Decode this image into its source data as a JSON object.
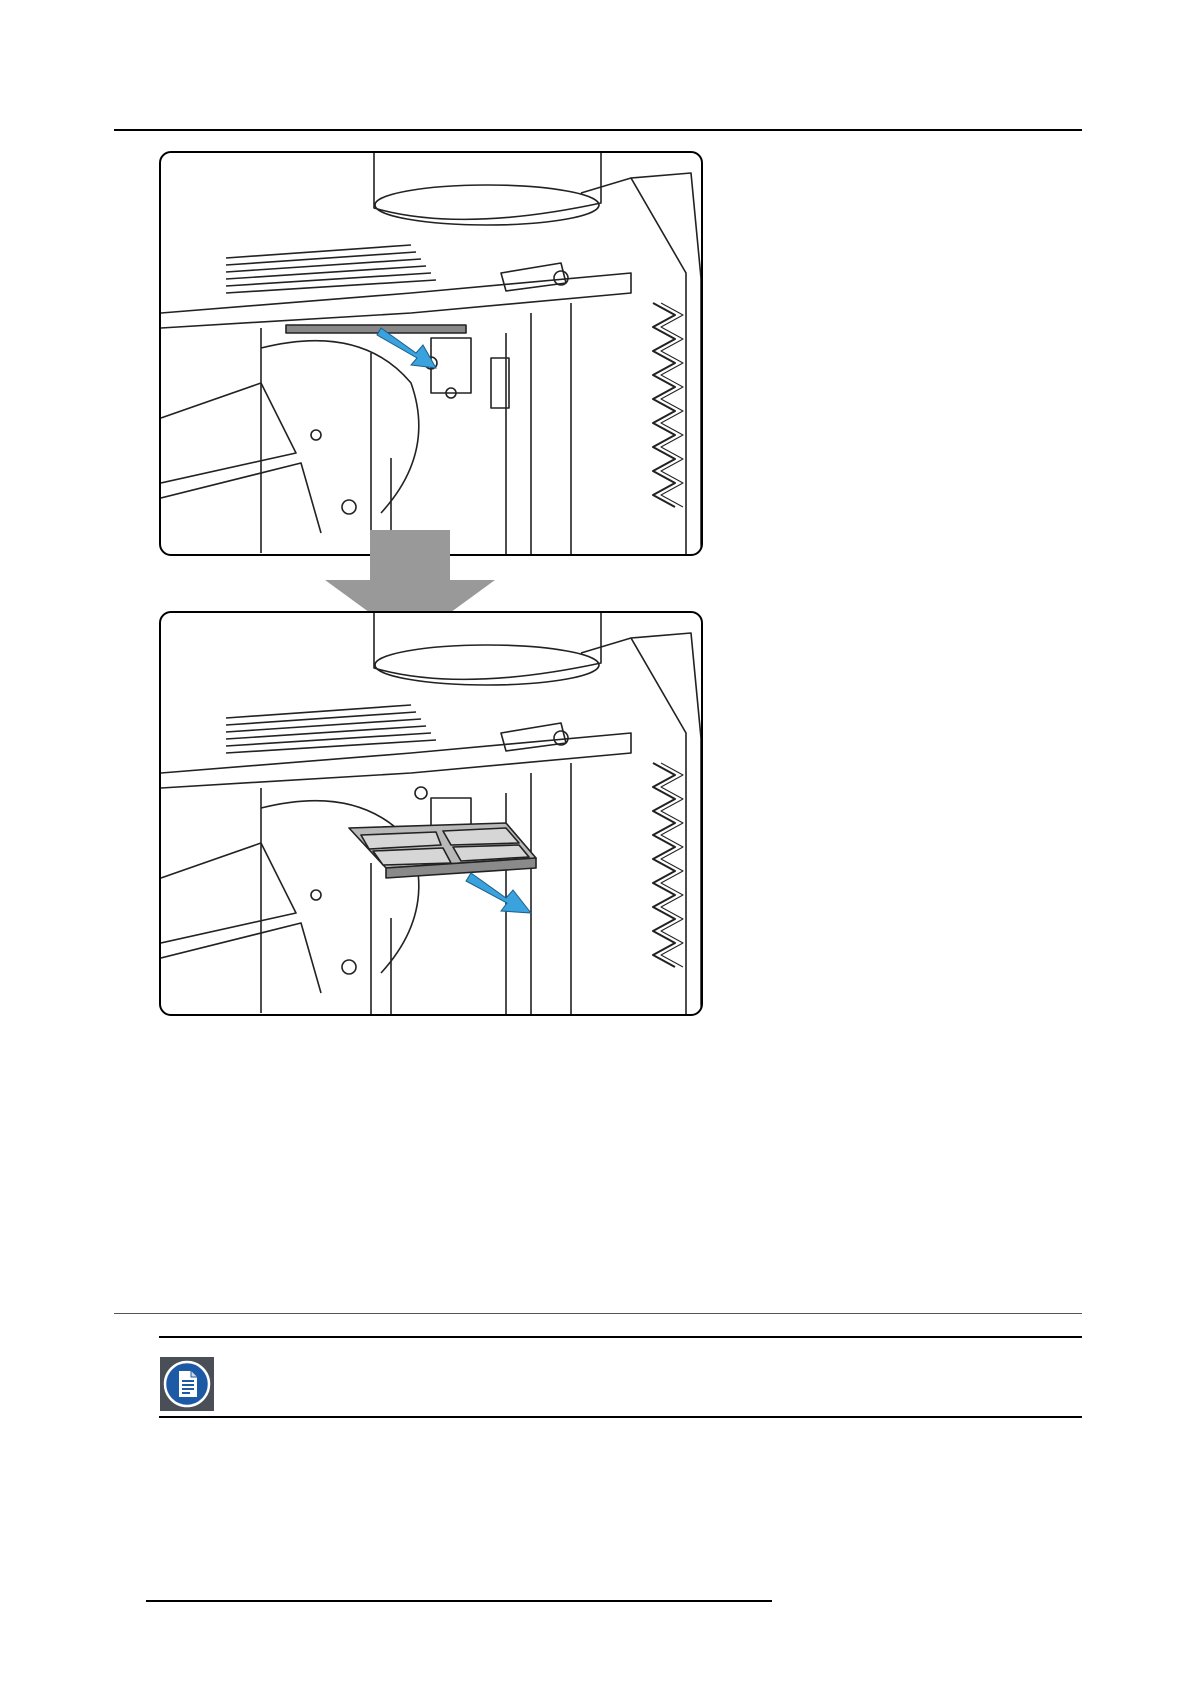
{
  "page": {
    "background": "#ffffff",
    "rule_color": "#000000"
  },
  "figure": {
    "panels": [
      {
        "name": "step-1",
        "description_icon": "filter-slide-out-start"
      },
      {
        "name": "step-2",
        "description_icon": "filter-removed"
      }
    ],
    "arrow_color": "#3aa2dc",
    "step_arrow_color": "#999999"
  },
  "note": {
    "icon": "note-document-icon",
    "icon_color": "#1d5aa6"
  }
}
